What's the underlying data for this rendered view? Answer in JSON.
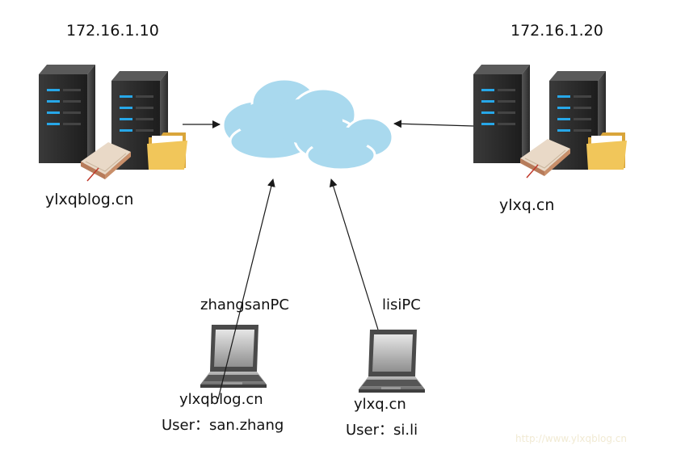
{
  "servers": [
    {
      "ip": "172.16.1.10",
      "domain": "ylxqblog.cn"
    },
    {
      "ip": "172.16.1.20",
      "domain": "ylxq.cn"
    }
  ],
  "clients": [
    {
      "pc_name": "zhangsanPC",
      "domain": "ylxqblog.cn",
      "user_line": "User：san.zhang"
    },
    {
      "pc_name": "lisiPC",
      "domain": "ylxq.cn",
      "user_line": "User：si.li"
    }
  ],
  "watermark": "http://www.ylxqblog.cn",
  "colors": {
    "cloud_fill": "#a9d9ee",
    "cloud_stroke": "#ffffff",
    "server_body": "#2b2b2b",
    "server_led": "#27a7e8",
    "arrow": "#1a1a1a",
    "folder": "#e8b94a",
    "book": "#d8c0a8",
    "laptop": "#777777"
  },
  "icons": [
    "server-rack-icon",
    "folder-icon",
    "book-icon",
    "cloud-icon",
    "laptop-icon"
  ]
}
